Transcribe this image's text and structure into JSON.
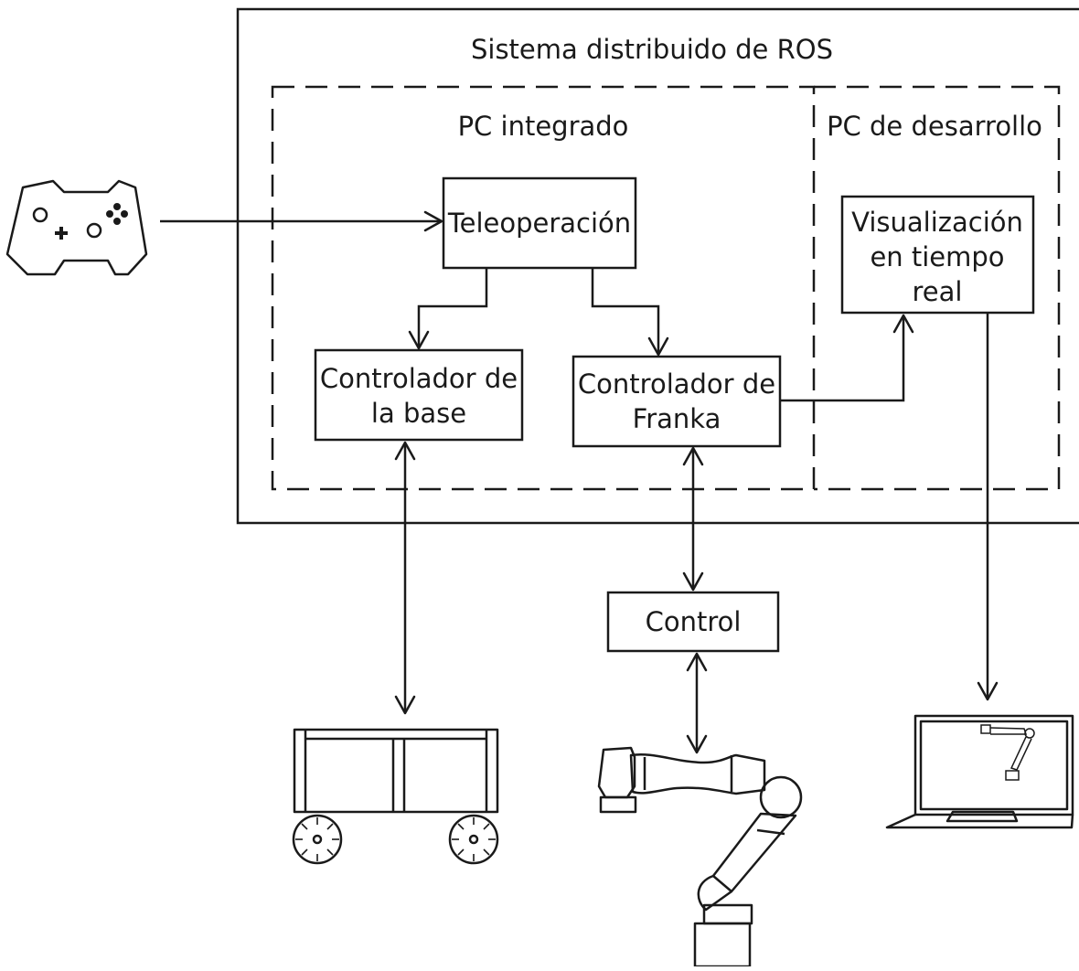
{
  "system": {
    "title": "Sistema distribuido de ROS"
  },
  "regions": {
    "integrated_pc": "PC integrado",
    "dev_pc": "PC de desarrollo"
  },
  "nodes": {
    "teleop": [
      "Teleoperación"
    ],
    "base_controller": [
      "Controlador de",
      "la base"
    ],
    "franka_controller": [
      "Controlador de",
      "Franka"
    ],
    "visualization": [
      "Visualización",
      "en tiempo",
      "real"
    ],
    "control": [
      "Control"
    ]
  },
  "icons": {
    "gamepad": "gamepad-icon",
    "mobile_base": "mobile-base-icon",
    "robot_arm": "robot-arm-icon",
    "laptop": "laptop-icon"
  }
}
